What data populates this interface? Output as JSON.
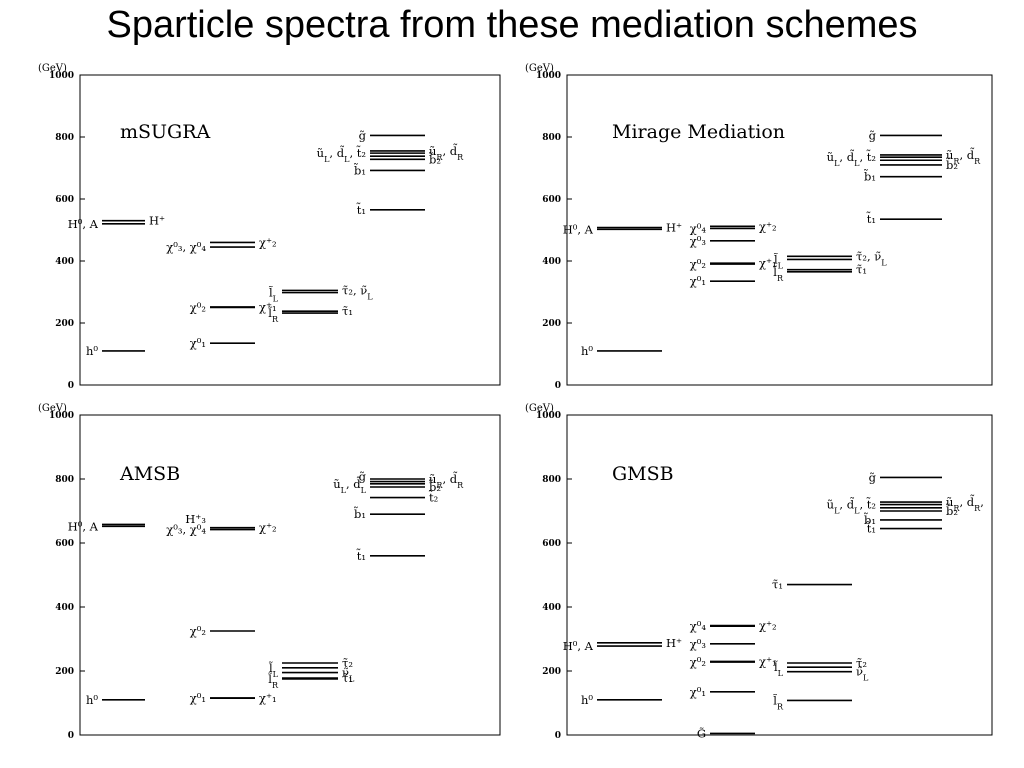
{
  "title": "Sparticle spectra from these mediation schemes",
  "chart_data": [
    {
      "type": "level_spectrum",
      "title": "mSUGRA",
      "ylabel": "(GeV)",
      "ylim": [
        0,
        1000
      ],
      "yticks": [
        "0",
        "200",
        "400",
        "600",
        "800",
        "1000"
      ],
      "columns": [
        {
          "levels": [
            {
              "mass": 110,
              "label": "h⁰",
              "side": "left"
            },
            {
              "mass": 520,
              "label": "H⁰, A",
              "side": "left"
            },
            {
              "mass": 530,
              "label": "H⁺",
              "side": "right"
            }
          ]
        },
        {
          "levels": [
            {
              "mass": 135,
              "label": "χ⁰₁",
              "side": "left"
            },
            {
              "mass": 250,
              "label": "χ⁰₂",
              "side": "left"
            },
            {
              "mass": 252,
              "label": "χ⁺₁",
              "side": "right"
            },
            {
              "mass": 445,
              "label": "χ⁰₃, χ⁰₄",
              "side": "left"
            },
            {
              "mass": 460,
              "label": "χ⁺₂",
              "side": "right"
            }
          ]
        },
        {
          "levels": [
            {
              "mass": 232,
              "label": "l̃_R",
              "side": "left"
            },
            {
              "mass": 238,
              "label": "τ̃₁",
              "side": "right"
            },
            {
              "mass": 298,
              "label": "l̃_L",
              "side": "left"
            },
            {
              "mass": 305,
              "label": "τ̃₂, ν̃_L",
              "side": "right"
            }
          ]
        },
        {
          "levels": [
            {
              "mass": 565,
              "label": "t̃₁",
              "side": "left"
            },
            {
              "mass": 692,
              "label": "b̃₁",
              "side": "left"
            },
            {
              "mass": 728,
              "label": "b̃₂",
              "side": "right"
            },
            {
              "mass": 738,
              "label": "",
              "side": "left"
            },
            {
              "mass": 748,
              "label": "ũ_L, d̃_L, t̃₂",
              "side": "left"
            },
            {
              "mass": 755,
              "label": "ũ_R, d̃_R",
              "side": "right"
            },
            {
              "mass": 805,
              "label": "g̃",
              "side": "left"
            }
          ]
        }
      ]
    },
    {
      "type": "level_spectrum",
      "title": "Mirage Mediation",
      "ylabel": "(GeV)",
      "ylim": [
        0,
        1000
      ],
      "yticks": [
        "0",
        "200",
        "400",
        "600",
        "800",
        "1000"
      ],
      "columns": [
        {
          "levels": [
            {
              "mass": 110,
              "label": "h⁰",
              "side": "left"
            },
            {
              "mass": 502,
              "label": "H⁰, A",
              "side": "left"
            },
            {
              "mass": 508,
              "label": "H⁺",
              "side": "right"
            }
          ]
        },
        {
          "levels": [
            {
              "mass": 335,
              "label": "χ⁰₁",
              "side": "left"
            },
            {
              "mass": 390,
              "label": "χ⁰₂",
              "side": "left"
            },
            {
              "mass": 393,
              "label": "χ⁺₁",
              "side": "right"
            },
            {
              "mass": 465,
              "label": "χ⁰₃",
              "side": "left"
            },
            {
              "mass": 505,
              "label": "χ⁰₄",
              "side": "left"
            },
            {
              "mass": 512,
              "label": "χ⁺₂",
              "side": "right"
            }
          ]
        },
        {
          "levels": [
            {
              "mass": 365,
              "label": "l̃_R",
              "side": "left"
            },
            {
              "mass": 372,
              "label": "τ̃₁",
              "side": "right"
            },
            {
              "mass": 405,
              "label": "l̃_L",
              "side": "left"
            },
            {
              "mass": 415,
              "label": "τ̃₂, ν̃_L",
              "side": "right"
            }
          ]
        },
        {
          "levels": [
            {
              "mass": 535,
              "label": "t̃₁",
              "side": "left"
            },
            {
              "mass": 672,
              "label": "b̃₁",
              "side": "left"
            },
            {
              "mass": 710,
              "label": "b̃₂",
              "side": "right"
            },
            {
              "mass": 725,
              "label": "",
              "side": "left"
            },
            {
              "mass": 735,
              "label": "ũ_L, d̃_L, t̃₂",
              "side": "left"
            },
            {
              "mass": 742,
              "label": "ũ_R, d̃_R",
              "side": "right"
            },
            {
              "mass": 805,
              "label": "g̃",
              "side": "left"
            }
          ]
        }
      ]
    },
    {
      "type": "level_spectrum",
      "title": "AMSB",
      "ylabel": "(GeV)",
      "ylim": [
        0,
        1000
      ],
      "yticks": [
        "0",
        "200",
        "400",
        "600",
        "800",
        "1000"
      ],
      "columns": [
        {
          "levels": [
            {
              "mass": 110,
              "label": "h⁰",
              "side": "left"
            },
            {
              "mass": 652,
              "label": "H⁰, A",
              "side": "left"
            },
            {
              "mass": 658,
              "label": "",
              "side": "left"
            }
          ]
        },
        {
          "levels": [
            {
              "mass": 115,
              "label": "χ⁰₁",
              "side": "left"
            },
            {
              "mass": 116,
              "label": "χ⁺₁",
              "side": "right"
            },
            {
              "mass": 325,
              "label": "χ⁰₂",
              "side": "left"
            },
            {
              "mass": 642,
              "label": "χ⁰₃, χ⁰₄",
              "side": "left"
            },
            {
              "mass": 648,
              "label": "χ⁺₂",
              "side": "right"
            },
            {
              "mass": 675,
              "label": "H⁺₃",
              "side": "left",
              "text_only": true
            }
          ]
        },
        {
          "levels": [
            {
              "mass": 175,
              "label": "l̃_R",
              "side": "left"
            },
            {
              "mass": 178,
              "label": "τ̃₁",
              "side": "right"
            },
            {
              "mass": 195,
              "label": "ν̃_L",
              "side": "right"
            },
            {
              "mass": 210,
              "label": "l̃_L",
              "side": "left"
            },
            {
              "mass": 225,
              "label": "τ̃₂",
              "side": "right"
            }
          ]
        },
        {
          "levels": [
            {
              "mass": 560,
              "label": "t̃₁",
              "side": "left"
            },
            {
              "mass": 690,
              "label": "b̃₁",
              "side": "left"
            },
            {
              "mass": 742,
              "label": "t̃₂",
              "side": "right"
            },
            {
              "mass": 775,
              "label": "b̃₂",
              "side": "right"
            },
            {
              "mass": 785,
              "label": "ũ_L, d̃_L",
              "side": "left"
            },
            {
              "mass": 792,
              "label": "",
              "side": "left"
            },
            {
              "mass": 800,
              "label": "ũ_R, d̃_R",
              "side": "right"
            },
            {
              "mass": 808,
              "label": "g̃",
              "side": "left",
              "text_only": true
            }
          ]
        }
      ]
    },
    {
      "type": "level_spectrum",
      "title": "GMSB",
      "ylabel": "(GeV)",
      "ylim": [
        0,
        1000
      ],
      "yticks": [
        "0",
        "200",
        "400",
        "600",
        "800",
        "1000"
      ],
      "columns": [
        {
          "levels": [
            {
              "mass": 110,
              "label": "h⁰",
              "side": "left"
            },
            {
              "mass": 278,
              "label": "H⁰, A",
              "side": "left"
            },
            {
              "mass": 288,
              "label": "H⁺",
              "side": "right"
            }
          ]
        },
        {
          "levels": [
            {
              "mass": 5,
              "label": "G̃",
              "side": "left"
            },
            {
              "mass": 135,
              "label": "χ⁰₁",
              "side": "left"
            },
            {
              "mass": 228,
              "label": "χ⁰₂",
              "side": "left"
            },
            {
              "mass": 230,
              "label": "χ⁺₁",
              "side": "right"
            },
            {
              "mass": 285,
              "label": "χ⁰₃",
              "side": "left"
            },
            {
              "mass": 340,
              "label": "χ⁰₄",
              "side": "left"
            },
            {
              "mass": 342,
              "label": "χ⁺₂",
              "side": "right"
            }
          ]
        },
        {
          "levels": [
            {
              "mass": 108,
              "label": "l̃_R",
              "side": "left"
            },
            {
              "mass": 198,
              "label": "ν̃_L",
              "side": "right"
            },
            {
              "mass": 212,
              "label": "l̃_L",
              "side": "left"
            },
            {
              "mass": 225,
              "label": "τ̃₂",
              "side": "right"
            },
            {
              "mass": 470,
              "label": "τ̃₁",
              "side": "left"
            }
          ]
        },
        {
          "levels": [
            {
              "mass": 645,
              "label": "t̃₁",
              "side": "left"
            },
            {
              "mass": 672,
              "label": "b̃₁",
              "side": "left"
            },
            {
              "mass": 700,
              "label": "b̃₂",
              "side": "right"
            },
            {
              "mass": 710,
              "label": "",
              "side": "left"
            },
            {
              "mass": 720,
              "label": "ũ_L, d̃_L, t̃₂",
              "side": "left"
            },
            {
              "mass": 728,
              "label": "ũ_R, d̃_R,",
              "side": "right"
            },
            {
              "mass": 805,
              "label": "g̃",
              "side": "left"
            }
          ]
        }
      ]
    }
  ]
}
